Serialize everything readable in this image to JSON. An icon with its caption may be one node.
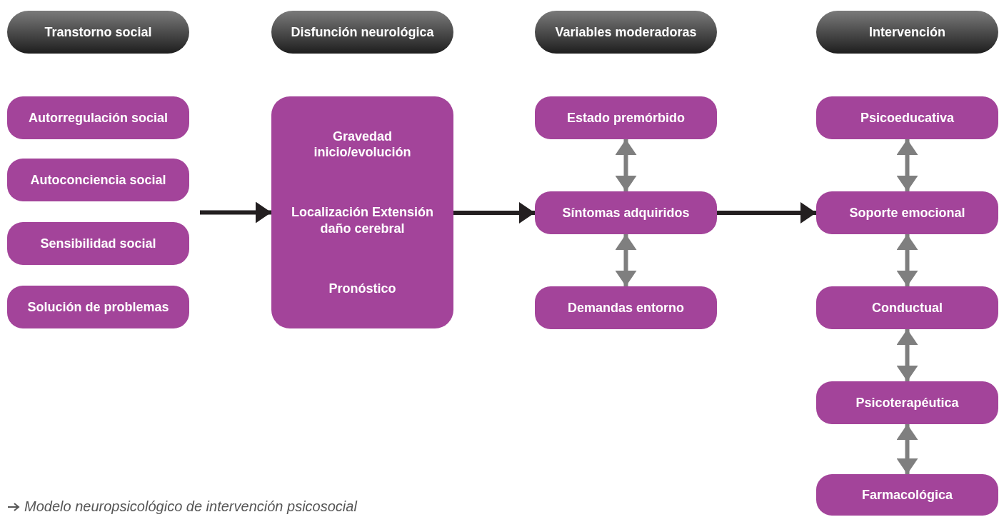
{
  "diagram": {
    "caption": "Modelo neuropsicológico de intervención psicosocial",
    "nodes": [
      {
        "text": [
          "Transtorno social"
        ]
      },
      {
        "text": [
          "Disfunción neurológica"
        ]
      },
      {
        "text": [
          "Variables moderadoras"
        ]
      },
      {
        "text": [
          "Intervención"
        ]
      },
      {
        "text": [
          "Autorregulación social"
        ]
      },
      {
        "text": [
          "Autoconciencia social"
        ]
      },
      {
        "text": [
          "Sensibilidad social"
        ]
      },
      {
        "text": [
          "Solución de problemas"
        ]
      },
      {
        "text": [
          "Gravedad inicio/evolución",
          "Localización Extensión daño cerebral",
          "Pronóstico"
        ]
      },
      {
        "text": [
          "Estado premórbido"
        ]
      },
      {
        "text": [
          "Síntomas adquiridos"
        ]
      },
      {
        "text": [
          "Demandas entorno"
        ]
      },
      {
        "text": [
          "Psicoeducativa"
        ]
      },
      {
        "text": [
          "Soporte emocional"
        ]
      },
      {
        "text": [
          "Conductual"
        ]
      },
      {
        "text": [
          "Psicoterapéutica"
        ]
      },
      {
        "text": [
          "Farmacológica"
        ]
      }
    ],
    "edges": [
      {
        "from": null,
        "to": 8,
        "arrow": "to",
        "color": "#231f20"
      },
      {
        "from": 8,
        "to": 10,
        "arrow": "to",
        "color": "#231f20"
      },
      {
        "from": 10,
        "to": 13,
        "arrow": "to",
        "color": "#231f20"
      },
      {
        "from": 9,
        "to": 10,
        "arrow": "both"
      },
      {
        "from": 10,
        "to": 11,
        "arrow": "both"
      },
      {
        "from": 12,
        "to": 13,
        "arrow": "both"
      },
      {
        "from": 13,
        "to": 14,
        "arrow": "both"
      },
      {
        "from": 14,
        "to": 15,
        "arrow": "both"
      },
      {
        "from": 15,
        "to": 16,
        "arrow": "both"
      }
    ]
  }
}
